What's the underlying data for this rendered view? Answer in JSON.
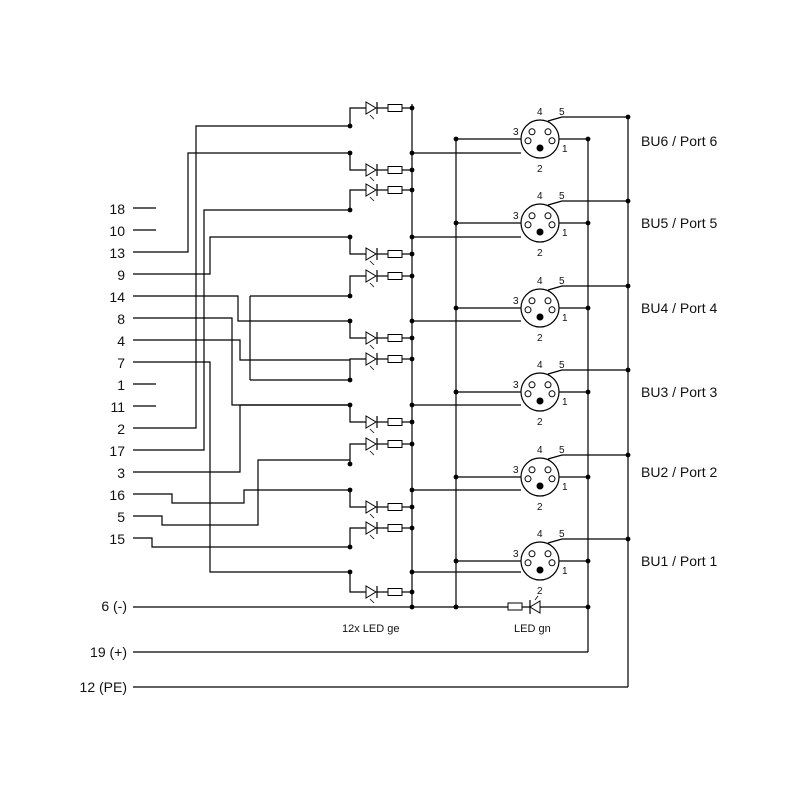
{
  "pin_labels": [
    "18",
    "10",
    "13",
    "9",
    "14",
    "8",
    "4",
    "7",
    "1",
    "11",
    "2",
    "17",
    "3",
    "16",
    "5",
    "15"
  ],
  "power_labels": {
    "minus": "6 (-)",
    "plus": "19 (+)",
    "pe": "12 (PE)"
  },
  "ports": [
    "BU6 / Port 6",
    "BU5 / Port 5",
    "BU4 / Port 4",
    "BU3 / Port 3",
    "BU2 / Port 2",
    "BU1 / Port 1"
  ],
  "connector_pins": [
    "4",
    "5",
    "3",
    "1",
    "2"
  ],
  "captions": {
    "led_ge": "12x LED ge",
    "led_gn": "LED gn"
  }
}
